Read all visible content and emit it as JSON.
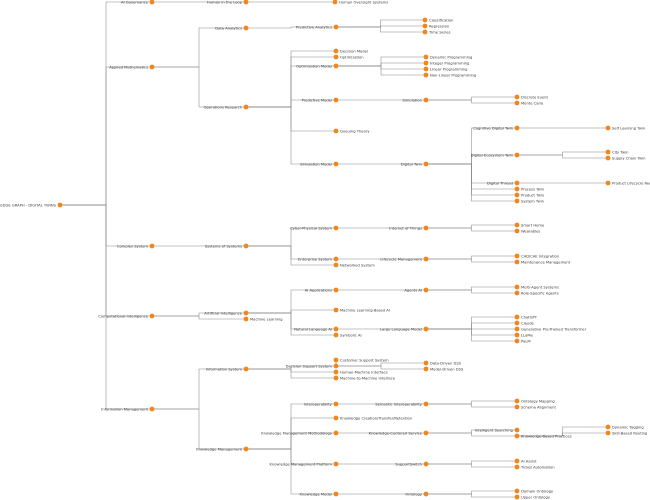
{
  "colors": {
    "node": "#F0861C",
    "edge": "#888888",
    "text": "#3A3A3A"
  },
  "nodes": {
    "root": "KNOWLEDGE GRAPH - DIGITAL TWINS",
    "ai_gov": "AI Governance",
    "hitl": "Human in the Loop",
    "hos": "Human Oversight Systems",
    "appmath": "Applied Mathematics",
    "dataan": "Data Analytics",
    "predan": "Predictive Analytics",
    "classif": "Classification",
    "regress": "Regression",
    "timeser": "Time Series",
    "decmod": "Decision Model",
    "optimiz": "Optimization",
    "optmod": "Optimization Model",
    "dynprog": "Dynamic Programming",
    "intprog": "Integer Programming",
    "linprog": "Linear Programming",
    "nonlinprog": "Non-Linear Programming",
    "opres": "Operations Research",
    "predmod": "Predictive Model",
    "simul": "Simulation",
    "discev": "Discrete Event",
    "montecarlo": "Monte Carlo",
    "queuing": "Queuing Theory",
    "simmod": "Simulation Model",
    "dtwin": "Digital Twin",
    "cogtwin": "Cognitive Digital Twin",
    "selflearn": "Self Learning Twin",
    "ecotwin": "Digital Ecosystem Twin",
    "citytwin": "City Twin",
    "supplytwin": "Supply Chain Twin",
    "dthread": "Digital Thread",
    "plm": "Product Lifecycle Record",
    "proctwin": "Process Twin",
    "prodtwin": "Product Twin",
    "systwin": "System Twin",
    "complex": "Complex System",
    "sos": "Systems of Systems",
    "cps": "Cyber-Physical System",
    "iot": "Internet of Things",
    "smarthome": "Smart Home",
    "wearables": "Wearables",
    "entsys": "Enterprise System",
    "lifecycle": "Lifecycle Management",
    "cadcae": "CAD/CAE Integration",
    "maint": "Maintenance Management",
    "netsys": "Networked System",
    "compint": "Computational Intelligence",
    "ai": "Artificial Intelligence",
    "ml": "Machine Learning",
    "aiapps": "AI Applications",
    "agentsai": "Agents AI",
    "multiagent": "Multi-Agent Systems",
    "rolespec": "Role-Specific Agents",
    "mlbased": "Machine Learning-Based AI",
    "nlp": "Natural Language AI",
    "llm": "Large Language Model",
    "chatgpt": "ChatGPT",
    "claude": "Claude",
    "gpt": "Generative Pre-Trained Transformer",
    "llama": "LLaMa",
    "palm": "PaLM",
    "symbolic": "Symbolic AI",
    "infomgmt": "Information Management",
    "infosys": "Information System",
    "dss": "Decision Support System",
    "custdss": "Customer Support System",
    "datadss": "Data-Driven DSS",
    "modeldss": "Model-Driven DSS",
    "hmi": "Human-Machine Interface",
    "m2m": "Machine-to-Machine Interface",
    "km": "Knowledge Management",
    "interop": "Interoperability",
    "semint": "Semantic Interoperability",
    "ontmap": "Ontology Mapping",
    "schema": "Schema Alignment",
    "kcreation": "Knowledge Creation/Transfer/Retention",
    "kmm": "Knowledge Management Methodology",
    "kcentered": "Knowledge-Centered Service",
    "intsearch": "Intelligent Searching",
    "dyntag": "Dynamic Tagging",
    "skillrout": "Skill-Based Routing",
    "kmbp": "Knowledge-Based Practices",
    "kmplat": "Knowledge Management Platform",
    "suppswitch": "SupportSwitch",
    "aiassist": "AI Assist",
    "ticketauto": "Ticket Automation",
    "kmodel": "Knowledge Model",
    "ontology": "Ontology",
    "domont": "Domain Ontology",
    "upperont": "Upper Ontology"
  },
  "edges": [
    [
      "root",
      "ai_gov"
    ],
    [
      "ai_gov",
      "hitl"
    ],
    [
      "hitl",
      "hos"
    ],
    [
      "root",
      "appmath"
    ],
    [
      "appmath",
      "dataan"
    ],
    [
      "dataan",
      "predan"
    ],
    [
      "predan",
      "classif"
    ],
    [
      "predan",
      "regress"
    ],
    [
      "predan",
      "timeser"
    ],
    [
      "appmath",
      "opres"
    ],
    [
      "opres",
      "decmod"
    ],
    [
      "opres",
      "optimiz"
    ],
    [
      "opres",
      "optmod"
    ],
    [
      "optmod",
      "dynprog"
    ],
    [
      "optmod",
      "intprog"
    ],
    [
      "optmod",
      "linprog"
    ],
    [
      "optmod",
      "nonlinprog"
    ],
    [
      "opres",
      "predmod"
    ],
    [
      "predmod",
      "simul"
    ],
    [
      "simul",
      "discev"
    ],
    [
      "simul",
      "montecarlo"
    ],
    [
      "opres",
      "queuing"
    ],
    [
      "opres",
      "simmod"
    ],
    [
      "simmod",
      "dtwin"
    ],
    [
      "dtwin",
      "cogtwin"
    ],
    [
      "cogtwin",
      "selflearn"
    ],
    [
      "dtwin",
      "ecotwin"
    ],
    [
      "ecotwin",
      "citytwin"
    ],
    [
      "ecotwin",
      "supplytwin"
    ],
    [
      "dtwin",
      "dthread"
    ],
    [
      "dthread",
      "plm"
    ],
    [
      "dtwin",
      "proctwin"
    ],
    [
      "dtwin",
      "prodtwin"
    ],
    [
      "dtwin",
      "systwin"
    ],
    [
      "root",
      "complex"
    ],
    [
      "complex",
      "sos"
    ],
    [
      "sos",
      "cps"
    ],
    [
      "cps",
      "iot"
    ],
    [
      "iot",
      "smarthome"
    ],
    [
      "iot",
      "wearables"
    ],
    [
      "sos",
      "entsys"
    ],
    [
      "entsys",
      "lifecycle"
    ],
    [
      "lifecycle",
      "cadcae"
    ],
    [
      "lifecycle",
      "maint"
    ],
    [
      "sos",
      "netsys"
    ],
    [
      "root",
      "compint"
    ],
    [
      "compint",
      "ai"
    ],
    [
      "compint",
      "ml"
    ],
    [
      "ai",
      "aiapps"
    ],
    [
      "aiapps",
      "agentsai"
    ],
    [
      "agentsai",
      "multiagent"
    ],
    [
      "agentsai",
      "rolespec"
    ],
    [
      "ai",
      "mlbased"
    ],
    [
      "ai",
      "nlp"
    ],
    [
      "nlp",
      "llm"
    ],
    [
      "llm",
      "chatgpt"
    ],
    [
      "llm",
      "claude"
    ],
    [
      "llm",
      "gpt"
    ],
    [
      "llm",
      "llama"
    ],
    [
      "llm",
      "palm"
    ],
    [
      "ai",
      "symbolic"
    ],
    [
      "root",
      "infomgmt"
    ],
    [
      "infomgmt",
      "infosys"
    ],
    [
      "infosys",
      "dss"
    ],
    [
      "dss",
      "custdss"
    ],
    [
      "dss",
      "datadss"
    ],
    [
      "dss",
      "modeldss"
    ],
    [
      "infosys",
      "hmi"
    ],
    [
      "infosys",
      "m2m"
    ],
    [
      "infomgmt",
      "km"
    ],
    [
      "km",
      "interop"
    ],
    [
      "interop",
      "semint"
    ],
    [
      "semint",
      "ontmap"
    ],
    [
      "semint",
      "schema"
    ],
    [
      "km",
      "kcreation"
    ],
    [
      "km",
      "kmm"
    ],
    [
      "kmm",
      "kcentered"
    ],
    [
      "kcentered",
      "intsearch"
    ],
    [
      "kcentered",
      "kmbp"
    ],
    [
      "kmbp",
      "dyntag"
    ],
    [
      "kmbp",
      "skillrout"
    ],
    [
      "km",
      "kmplat"
    ],
    [
      "kmplat",
      "suppswitch"
    ],
    [
      "suppswitch",
      "aiassist"
    ],
    [
      "suppswitch",
      "ticketauto"
    ],
    [
      "km",
      "kmodel"
    ],
    [
      "kmodel",
      "ontology"
    ],
    [
      "ontology",
      "domont"
    ],
    [
      "ontology",
      "upperont"
    ]
  ]
}
